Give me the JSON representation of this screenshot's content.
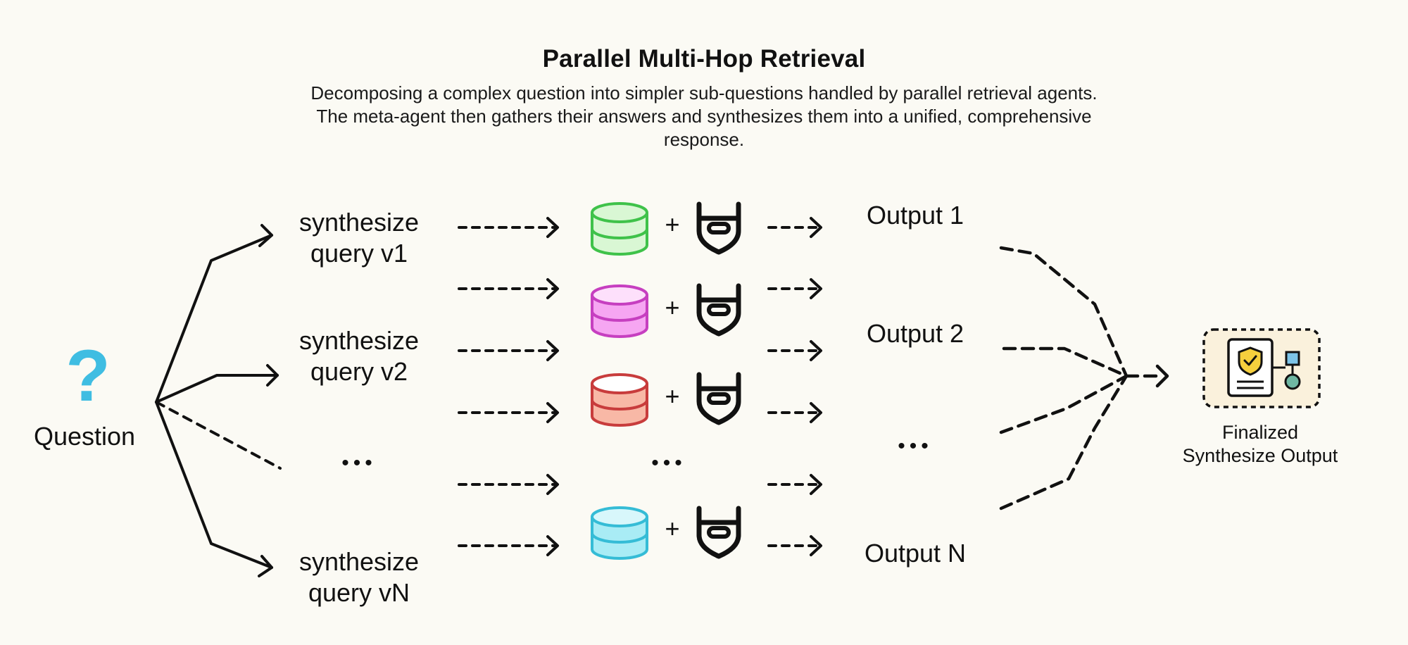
{
  "title": "Parallel Multi-Hop Retrieval",
  "subtitle": "Decomposing a complex question into simpler sub-questions handled by parallel retrieval agents. The meta-agent then gathers their answers and synthesizes them into a unified, comprehensive response.",
  "question": {
    "label": "Question",
    "icon": "question-mark-icon",
    "color": "#3fbde2"
  },
  "queries": [
    "synthesize\nquery v1",
    "synthesize\nquery v2",
    "synthesize\nquery vN"
  ],
  "ellipsis": "•••",
  "databases": [
    {
      "fill": "#d9f7d4",
      "stroke": "#3fc24a"
    },
    {
      "fill": "#f6a6f2",
      "stroke": "#c63fc0"
    },
    {
      "fill": "#f8b8a6",
      "stroke": "#c83c3c"
    },
    {
      "fill": "#a9ecf5",
      "stroke": "#35bcd6"
    }
  ],
  "plus": "+",
  "agent_icon": "agent-shield-icon",
  "outputs": [
    "Output 1",
    "Output 2",
    "Output N"
  ],
  "final": {
    "label": "Finalized\nSynthesize Output",
    "icon": "certified-document-icon",
    "bg": "#faf1dc"
  }
}
